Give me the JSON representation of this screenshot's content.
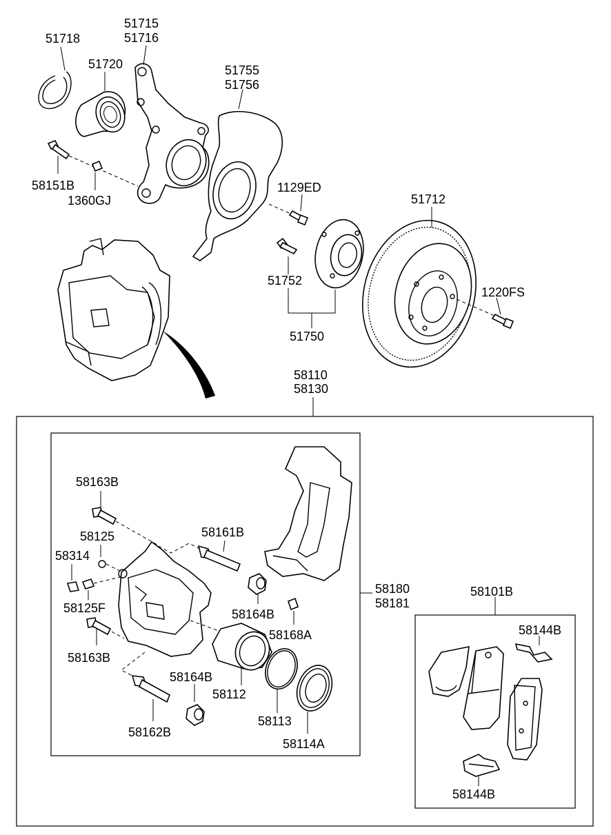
{
  "labels": {
    "p51718": "51718",
    "p51715": "51715",
    "p51716": "51716",
    "p51720": "51720",
    "p51755": "51755",
    "p51756": "51756",
    "p58151B": "58151B",
    "p1360GJ": "1360GJ",
    "p1129ED": "1129ED",
    "p51712": "51712",
    "p51752": "51752",
    "p1220FS": "1220FS",
    "p51750": "51750",
    "p58110": "58110",
    "p58130": "58130",
    "p58163B_top": "58163B",
    "p58161B": "58161B",
    "p58125": "58125",
    "p58314": "58314",
    "p58125F": "58125F",
    "p58164B_right": "58164B",
    "p58168A": "58168A",
    "p58163B_bottom": "58163B",
    "p58164B_bottom": "58164B",
    "p58112": "58112",
    "p58162B": "58162B",
    "p58113": "58113",
    "p58114A": "58114A",
    "p58180": "58180",
    "p58181": "58181",
    "p58101B": "58101B",
    "p58144B_top": "58144B",
    "p58144B_bottom": "58144B"
  }
}
